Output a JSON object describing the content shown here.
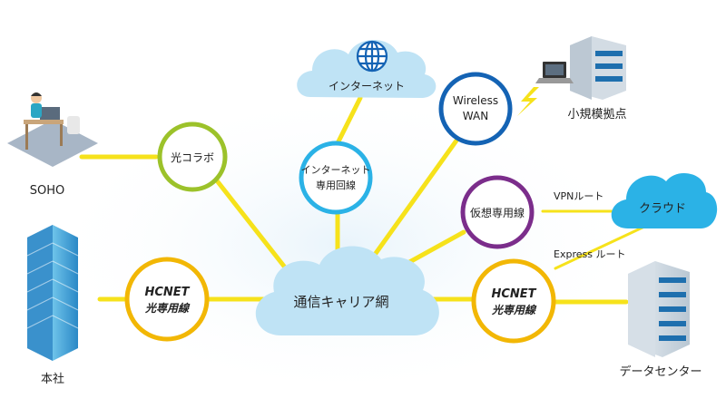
{
  "colors": {
    "line": "#F6E21B",
    "cloud": "#BFE3F5",
    "green": "#9CC22A",
    "cyan": "#2BB2E6",
    "blue": "#1463B4",
    "purple": "#7B2D8B",
    "gold": "#F2B705",
    "text": "#222222"
  },
  "nodes": {
    "soho": "SOHO",
    "hq": "本社",
    "datacenter": "データセンター",
    "small_site": "小規模拠点",
    "internet_cloud": "インターネット",
    "carrier_cloud": "通信キャリア網",
    "cloud_service": "クラウド"
  },
  "hubs": {
    "hikari": "光コラボ",
    "inet_line_1": "インターネット",
    "inet_line_2": "専用回線",
    "wireless_1": "Wireless",
    "wireless_2": "WAN",
    "virtual": "仮想専用線",
    "hcnet_left_1": "HCNET",
    "hcnet_left_2": "光専用線",
    "hcnet_right_1": "HCNET",
    "hcnet_right_2": "光専用線"
  },
  "routes": {
    "vpn": "VPNルート",
    "express": "Express ルート"
  },
  "icons": {
    "globe": "globe-icon",
    "soho": "soho-worker-icon",
    "hq": "office-tower-icon",
    "datacenter": "datacenter-building-icon",
    "small_site": "small-office-icon",
    "laptop": "laptop-icon",
    "lightning": "lightning-icon"
  }
}
